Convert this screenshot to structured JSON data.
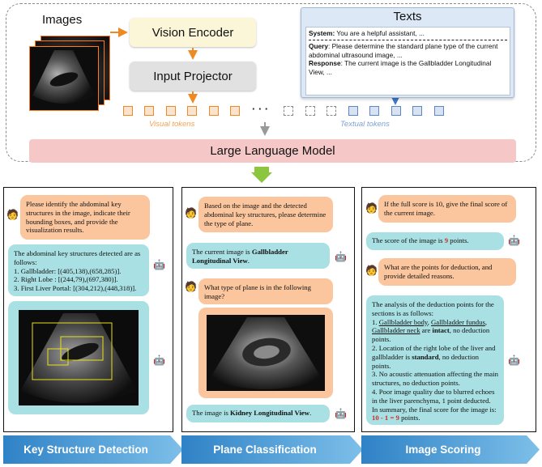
{
  "top": {
    "images_label": "Images",
    "vision_encoder": "Vision Encoder",
    "input_projector": "Input Projector",
    "texts_title": "Texts",
    "system_label": "System:",
    "system_text": " You are a helpful assistant, ...",
    "query_label": "Query",
    "query_text": ": Please determine the standard plane type of the current abdominal ultrasound image, ...",
    "response_label": "Response",
    "response_text": ": The current image is the Gallbladder Longitudinal View, ...",
    "ellipsis": "· · ·",
    "visual_tokens": "Visual tokens",
    "textual_tokens": "Textual tokens",
    "llm": "Large Language Model",
    "colors": {
      "orange": "#ee8a23",
      "blue": "#5b87c8",
      "gray": "#999999",
      "green": "#8cc63f"
    }
  },
  "panel1": {
    "q1": "Please identify the abdominal key structures in the image, indicate their bounding boxes, and provide the visualization results.",
    "a1_intro": "The abdominal key structures detected are as follows:",
    "a1_items": [
      "1. Gallbladder: [(405,138),(658,285)].",
      "2. Right Lobe : [(244,79),(697,380)].",
      "3. First Liver Portal: [(304,212),(448,318)]."
    ],
    "user_icon": "user-avatar-icon",
    "bot_icon": "robot-icon"
  },
  "panel2": {
    "q1": "Based on the image and the detected abdominal key structures, please determine the type of plane.",
    "a1_pre": "The current image is ",
    "a1_bold": "Gallbladder Longitudinal View",
    "a1_post": ".",
    "q2": "What type of plane is in the following image?",
    "a2_pre": "The image is ",
    "a2_bold": "Kidney Longitudinal View",
    "a2_post": "."
  },
  "panel3": {
    "q1": "If the full score is 10, give the final score of the current image.",
    "a1_pre": "The score of the image is ",
    "a1_red": "9",
    "a1_post": " points.",
    "q2": "What are the points for deduction, and provide detailed reasons.",
    "a2_intro": "The analysis of the deduction points for the sections is as follows:",
    "a2_p1_u1": "Gallbladder body",
    "a2_p1_sep1": ", ",
    "a2_p1_u2": "Gallbladder fundus",
    "a2_p1_sep2": ", ",
    "a2_p1_u3": "Gallbladder neck",
    "a2_p1_mid": " are ",
    "a2_p1_bold": "intact",
    "a2_p1_end": ", no deduction points.",
    "a2_p1_num": "1. ",
    "a2_p2_pre": "2. Location of the right lobe of the liver and gallbladder is ",
    "a2_p2_bold": "standard",
    "a2_p2_end": ", no deduction points.",
    "a2_p3": "3. No acoustic attenuation affecting the main structures, no deduction points.",
    "a2_p4": "4. Poor image quality due to blurred echoes in the liver parenchyma, 1 point deducted.",
    "a2_p5_pre": "In summary, the final score for the image is: ",
    "a2_p5_red": "10 - 1 = 9",
    "a2_p5_post": " points."
  },
  "footer": {
    "tab1": "Key Structure Detection",
    "tab2": "Plane Classification",
    "tab3": "Image Scoring"
  }
}
